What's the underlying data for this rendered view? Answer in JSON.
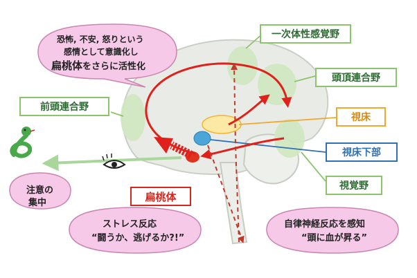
{
  "bubbles": {
    "emotion": {
      "line1": "恐怖, 不安, 怒りという",
      "line2": "感情として意識化し",
      "line3a": "扁桃体",
      "line3b": "をさらに活性化"
    },
    "attention": {
      "line1": "注意の",
      "line2": "集中"
    },
    "stress": {
      "line1": "ストレス反応",
      "line2": "“闘うか、逃げるか?!”"
    },
    "autonomic": {
      "line1": "自律神経反応を感知",
      "line2": "“頭に血が昇る”"
    }
  },
  "labels": {
    "somatosensory": "一次体性感覚野",
    "parietal": "頭頂連合野",
    "prefrontal": "前頭連合野",
    "thalamus": "視床",
    "hypothalamus": "視床下部",
    "visual": "視覚野",
    "amygdala": "扁桃体"
  },
  "colors": {
    "green": "#8cc46b",
    "orange": "#f0a830",
    "blue": "#2f6fb5",
    "red": "#d9261c",
    "pink": "#f6c9e8"
  }
}
